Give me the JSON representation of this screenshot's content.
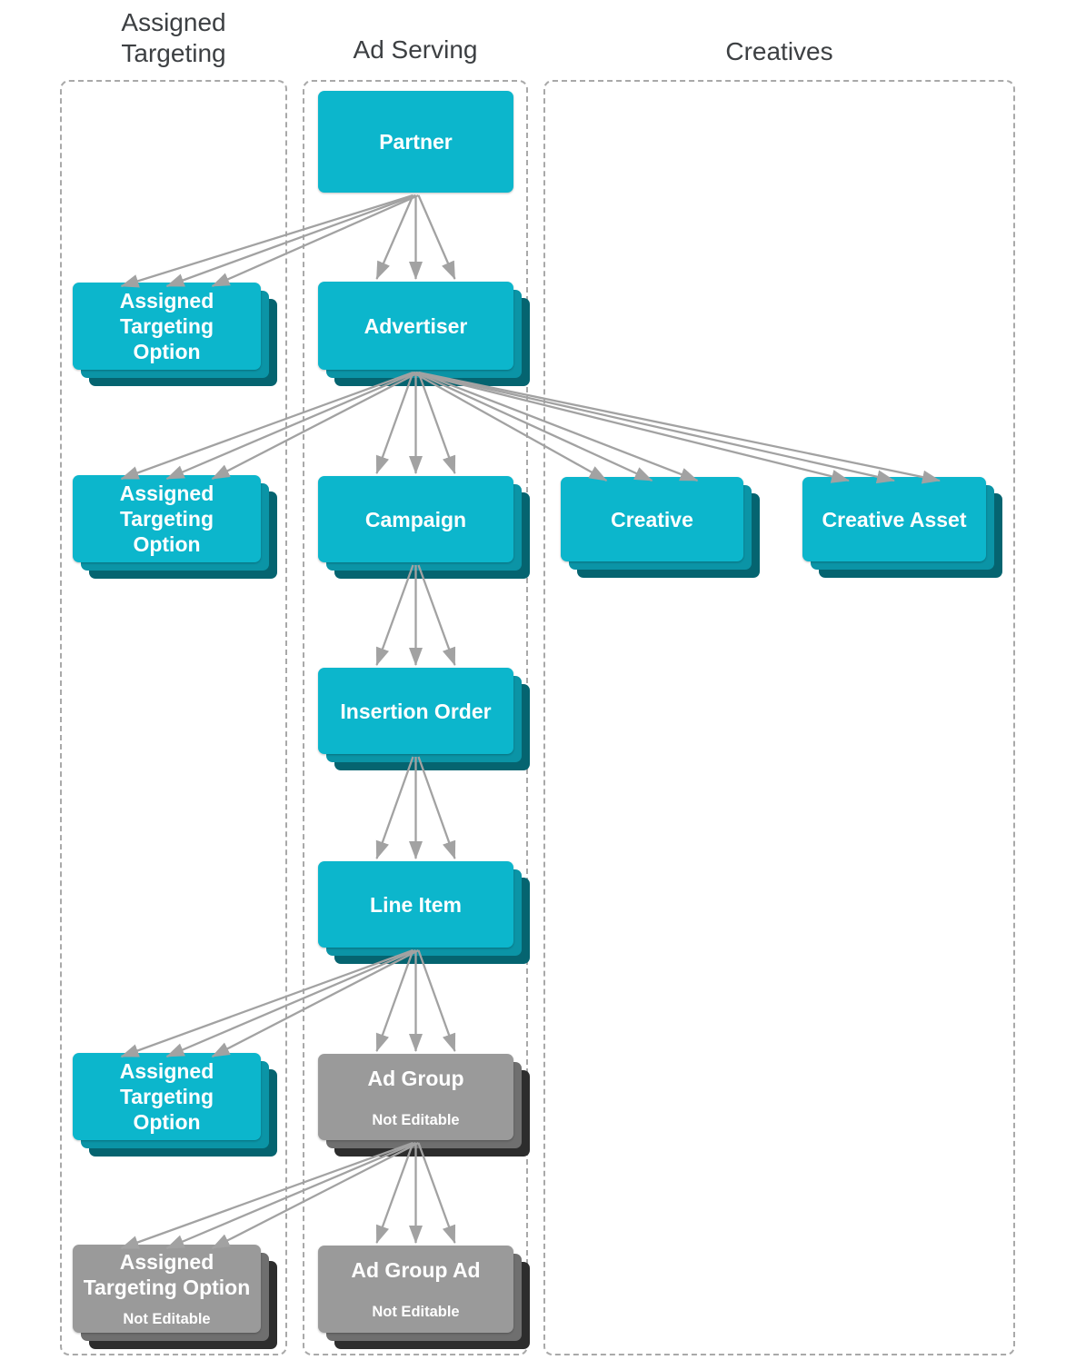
{
  "columns": {
    "assigned_targeting": {
      "title": "Assigned\nTargeting"
    },
    "ad_serving": {
      "title": "Ad Serving"
    },
    "creatives": {
      "title": "Creatives"
    }
  },
  "nodes": {
    "partner": {
      "label": "Partner"
    },
    "advertiser": {
      "label": "Advertiser"
    },
    "ato_partner": {
      "label": "Assigned\nTargeting\nOption"
    },
    "ato_advertiser": {
      "label": "Assigned\nTargeting\nOption"
    },
    "campaign": {
      "label": "Campaign"
    },
    "creative": {
      "label": "Creative"
    },
    "creative_asset": {
      "label": "Creative Asset"
    },
    "insertion_order": {
      "label": "Insertion Order"
    },
    "line_item": {
      "label": "Line Item"
    },
    "ato_line_item": {
      "label": "Assigned\nTargeting\nOption"
    },
    "ad_group": {
      "label": "Ad Group",
      "sublabel": "Not Editable"
    },
    "ato_ad_group": {
      "label": "Assigned\nTargeting Option",
      "sublabel": "Not Editable"
    },
    "ad_group_ad": {
      "label": "Ad Group Ad",
      "sublabel": "Not Editable"
    }
  },
  "edges": [
    {
      "from": "partner",
      "to": "ato_partner"
    },
    {
      "from": "partner",
      "to": "advertiser"
    },
    {
      "from": "advertiser",
      "to": "ato_advertiser"
    },
    {
      "from": "advertiser",
      "to": "campaign"
    },
    {
      "from": "advertiser",
      "to": "creative"
    },
    {
      "from": "advertiser",
      "to": "creative_asset"
    },
    {
      "from": "campaign",
      "to": "insertion_order"
    },
    {
      "from": "insertion_order",
      "to": "line_item"
    },
    {
      "from": "line_item",
      "to": "ato_line_item"
    },
    {
      "from": "line_item",
      "to": "ad_group"
    },
    {
      "from": "ad_group",
      "to": "ato_ad_group"
    },
    {
      "from": "ad_group",
      "to": "ad_group_ad"
    }
  ],
  "colors": {
    "editable_fill": "#0cb6cc",
    "editable_layer2": "#0b94a6",
    "editable_layer3": "#056470",
    "not_editable_fill": "#9a9a9a",
    "not_editable_layer2": "#6f6f6f",
    "not_editable_layer3": "#2d2d2d",
    "arrow": "#a2a2a2",
    "column_border": "#a9a9a9",
    "title_text": "#3d4043",
    "label_text": "#ffffff"
  }
}
